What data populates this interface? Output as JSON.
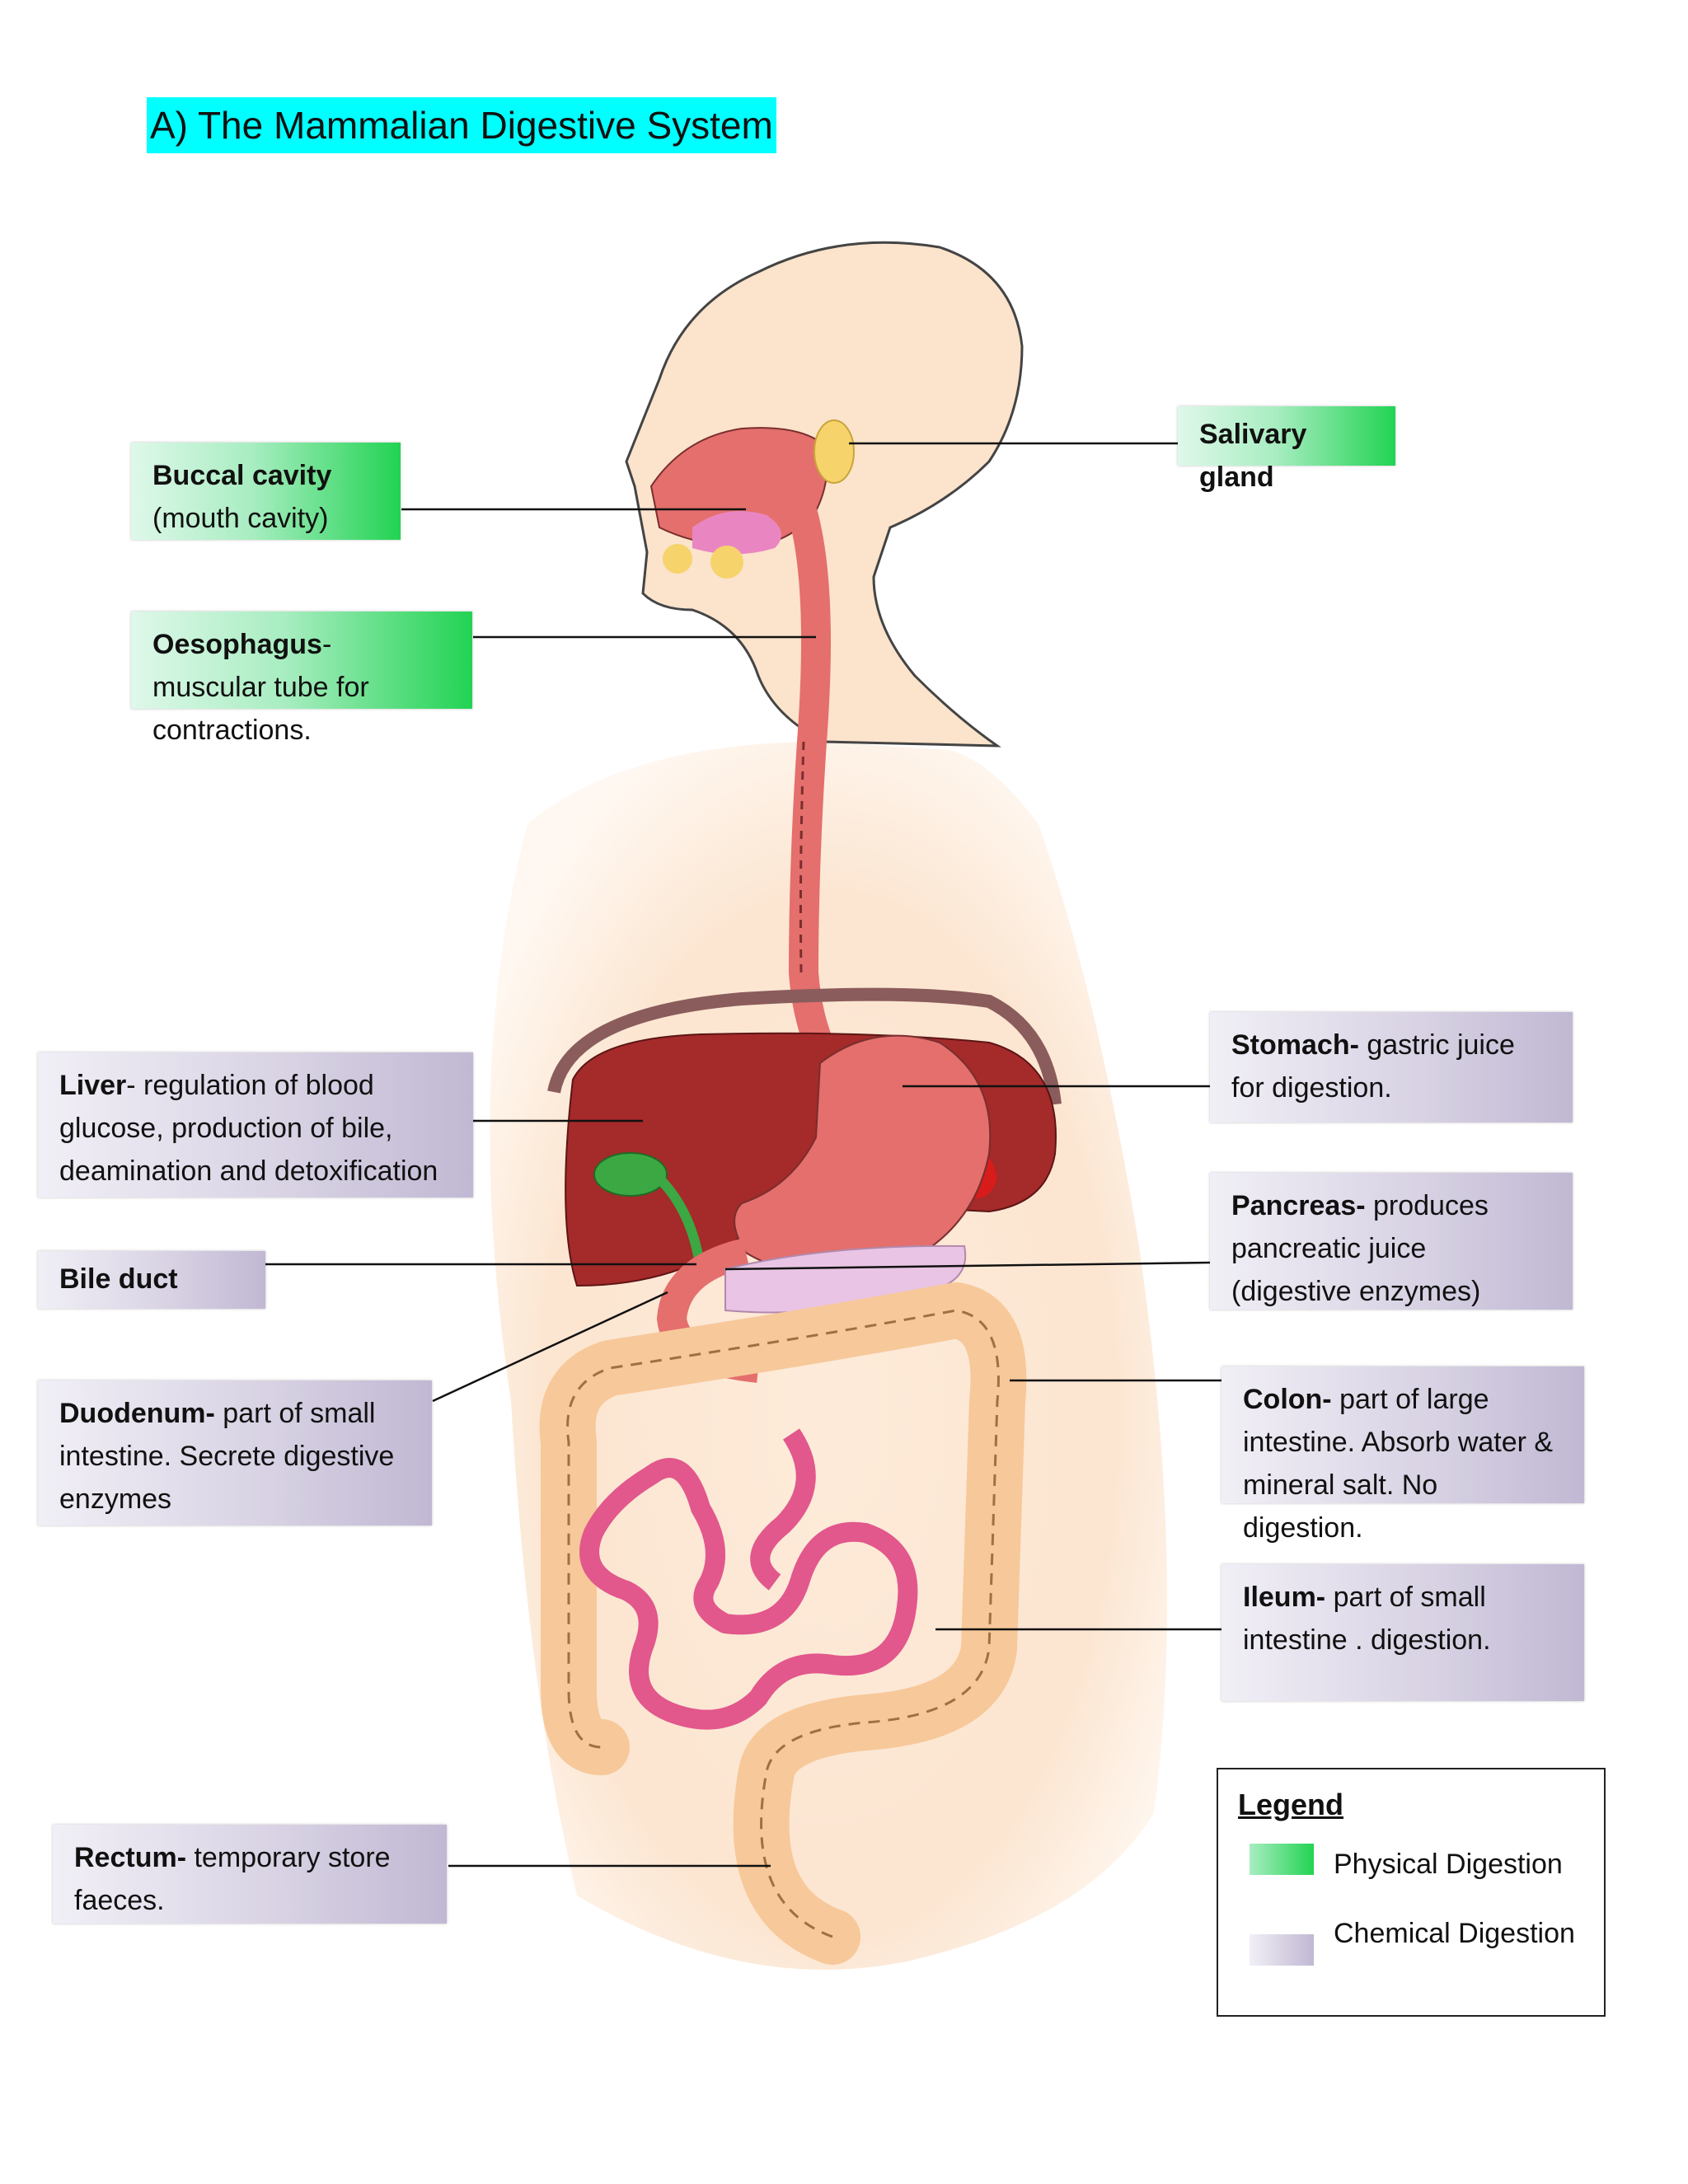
{
  "title": "A)  The Mammalian Digestive System",
  "colors": {
    "physical_digestion": "#22d353",
    "chemical_digestion": "#c1b8d3",
    "title_highlight": "#00ffff",
    "skin": "#fbe3cc",
    "digestive_tract": "#e46f6c",
    "liver": "#a52a2a",
    "large_intestine": "#f7c89a",
    "small_intestine": "#e2578c",
    "gall_bladder": "#3ca843",
    "pancreas": "#e9c4e4"
  },
  "labels": {
    "salivary_gland": {
      "bold": "Salivary gland",
      "text": "",
      "type": "physical"
    },
    "buccal_cavity": {
      "bold": "Buccal cavity",
      "text": "(mouth cavity)",
      "type": "physical"
    },
    "oesophagus": {
      "bold": "Oesophagus",
      "text": "- muscular tube for contractions.",
      "type": "physical"
    },
    "liver": {
      "bold": "Liver",
      "text": "- regulation of blood glucose, production of bile, deamination and detoxification",
      "type": "chemical"
    },
    "bile_duct": {
      "bold": "Bile duct",
      "text": "",
      "type": "chemical"
    },
    "duodenum": {
      "bold": "Duodenum-",
      "text": " part of small intestine. Secrete digestive enzymes",
      "type": "chemical"
    },
    "rectum": {
      "bold": "Rectum-",
      "text": " temporary store faeces.",
      "type": "chemical"
    },
    "stomach": {
      "bold": "Stomach-",
      "text": " gastric juice for digestion.",
      "type": "chemical"
    },
    "pancreas": {
      "bold": "Pancreas-",
      "text": " produces pancreatic juice (digestive enzymes)",
      "type": "chemical"
    },
    "colon": {
      "bold": "Colon-",
      "text": " part of large intestine. Absorb water & mineral salt. No digestion.",
      "type": "chemical"
    },
    "ileum": {
      "bold": "Ileum-",
      "text": " part of small intestine . digestion.",
      "type": "chemical"
    }
  },
  "legend": {
    "title": "Legend",
    "physical": "Physical Digestion",
    "chemical": "Chemical Digestion"
  }
}
